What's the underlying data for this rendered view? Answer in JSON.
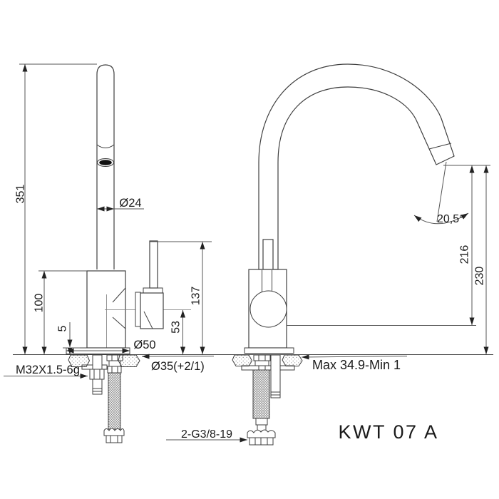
{
  "drawing": {
    "model": "KWT 07 A",
    "side_view": {
      "height_total": "351",
      "tube_diameter": "Ø24",
      "body_height": "100",
      "base_plate_height": "5",
      "handle_top_height": "137",
      "handle_axis_height": "53",
      "base_diameter": "Ø50",
      "hole_diameter": "Ø35(+2/1)",
      "mount_thread": "M32X1.5-6g"
    },
    "front_view": {
      "spout_clearance": "216",
      "spout_total_height": "230",
      "spout_angle": "20,5°",
      "counter_thickness_range": "Max 34.9-Min 1",
      "hose_thread": "2-G3/8-19"
    },
    "colors": {
      "object_line": "#3f3f3f",
      "dimension_line": "#555555",
      "text": "#1a1a1a",
      "background": "#ffffff"
    }
  }
}
